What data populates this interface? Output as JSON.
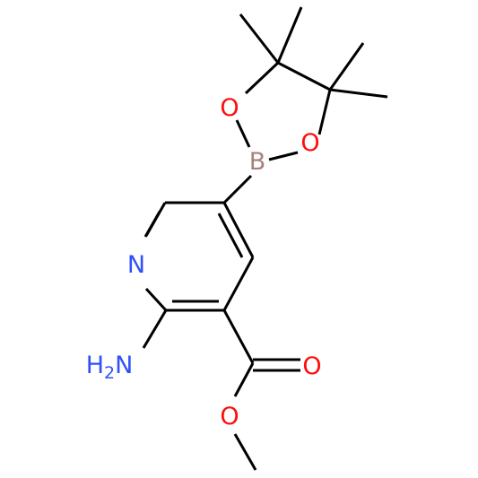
{
  "atoms": {
    "O1": {
      "symbol": "O",
      "color": "#ff0d0d"
    },
    "B": {
      "symbol": "B",
      "color": "#a88080"
    },
    "O2": {
      "symbol": "O",
      "color": "#ff0d0d"
    },
    "N": {
      "symbol": "N",
      "color": "#3050f8"
    },
    "NH2": {
      "symbol": "H",
      "sub": "2",
      "tail": "N",
      "color": "#3050f8"
    },
    "O_carbonyl": {
      "symbol": "O",
      "color": "#ff0d0d"
    },
    "O_ester": {
      "symbol": "O",
      "color": "#ff0d0d"
    }
  },
  "colors": {
    "bond": "#000000",
    "background": "#ffffff"
  }
}
